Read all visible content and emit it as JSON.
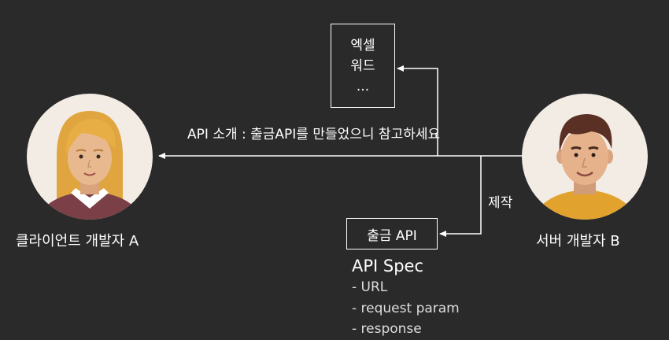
{
  "colors": {
    "background": "#2a2a2a",
    "line": "#ffffff",
    "text": "#ffffff"
  },
  "doc_box": {
    "lines": [
      "엑셀",
      "워드",
      "..."
    ]
  },
  "api_box": {
    "label": "출금 API"
  },
  "arrow_label": "API 소개 : 출금API를 만들었으니 참고하세요",
  "make_label": "제작",
  "client": {
    "label": "클라이언트 개발자 A",
    "icon": "female-avatar-icon"
  },
  "server": {
    "label": "서버 개발자 B",
    "icon": "male-avatar-icon"
  },
  "api_spec": {
    "title": "API Spec",
    "items": [
      "- URL",
      "- request param",
      "- response"
    ]
  }
}
